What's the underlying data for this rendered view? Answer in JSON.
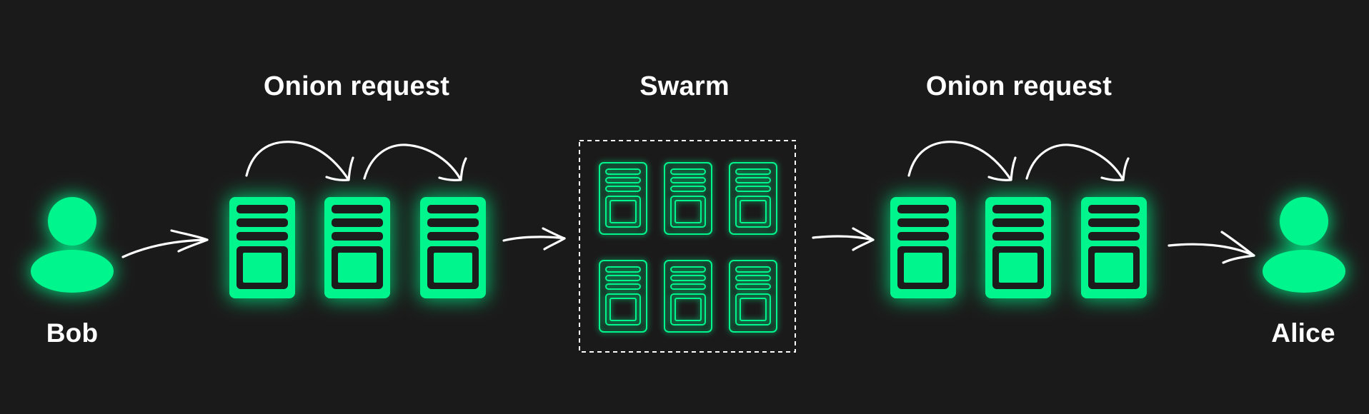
{
  "labels": {
    "left_request": "Onion request",
    "swarm": "Swarm",
    "right_request": "Onion request",
    "sender": "Bob",
    "recipient": "Alice"
  },
  "colors": {
    "background": "#1a1a1a",
    "accent": "#00f58c",
    "arrow": "#ffffff",
    "text": "#ffffff"
  },
  "icons": {
    "person": "person-icon",
    "server": "server-icon",
    "swarm_node": "server-outline-icon",
    "hop": "curved-arrow-icon",
    "flow": "arrow-icon"
  }
}
